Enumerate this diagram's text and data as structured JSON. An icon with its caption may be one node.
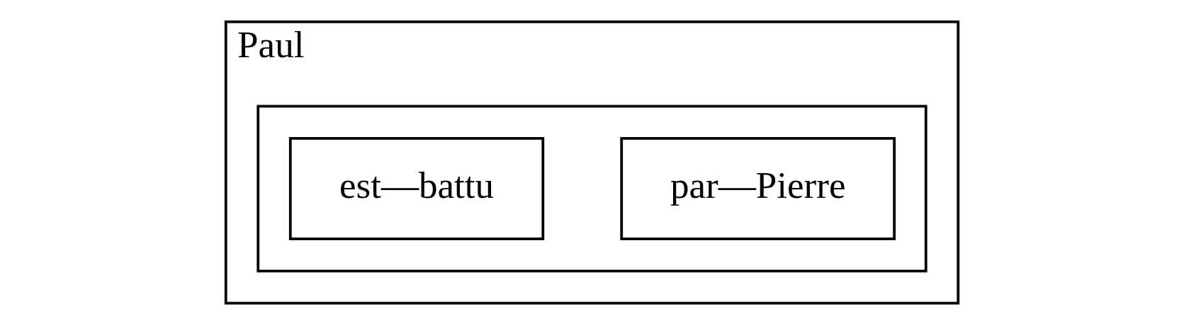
{
  "diagram": {
    "nodes": [
      {
        "text": [
          "Paul"
        ]
      },
      {
        "text": [],
        "shape": "box",
        "in": 0
      },
      {
        "text": [
          "est—battu"
        ],
        "in": 1
      },
      {
        "text": [
          "par—Pierre"
        ],
        "in": 1
      }
    ],
    "edges": []
  }
}
